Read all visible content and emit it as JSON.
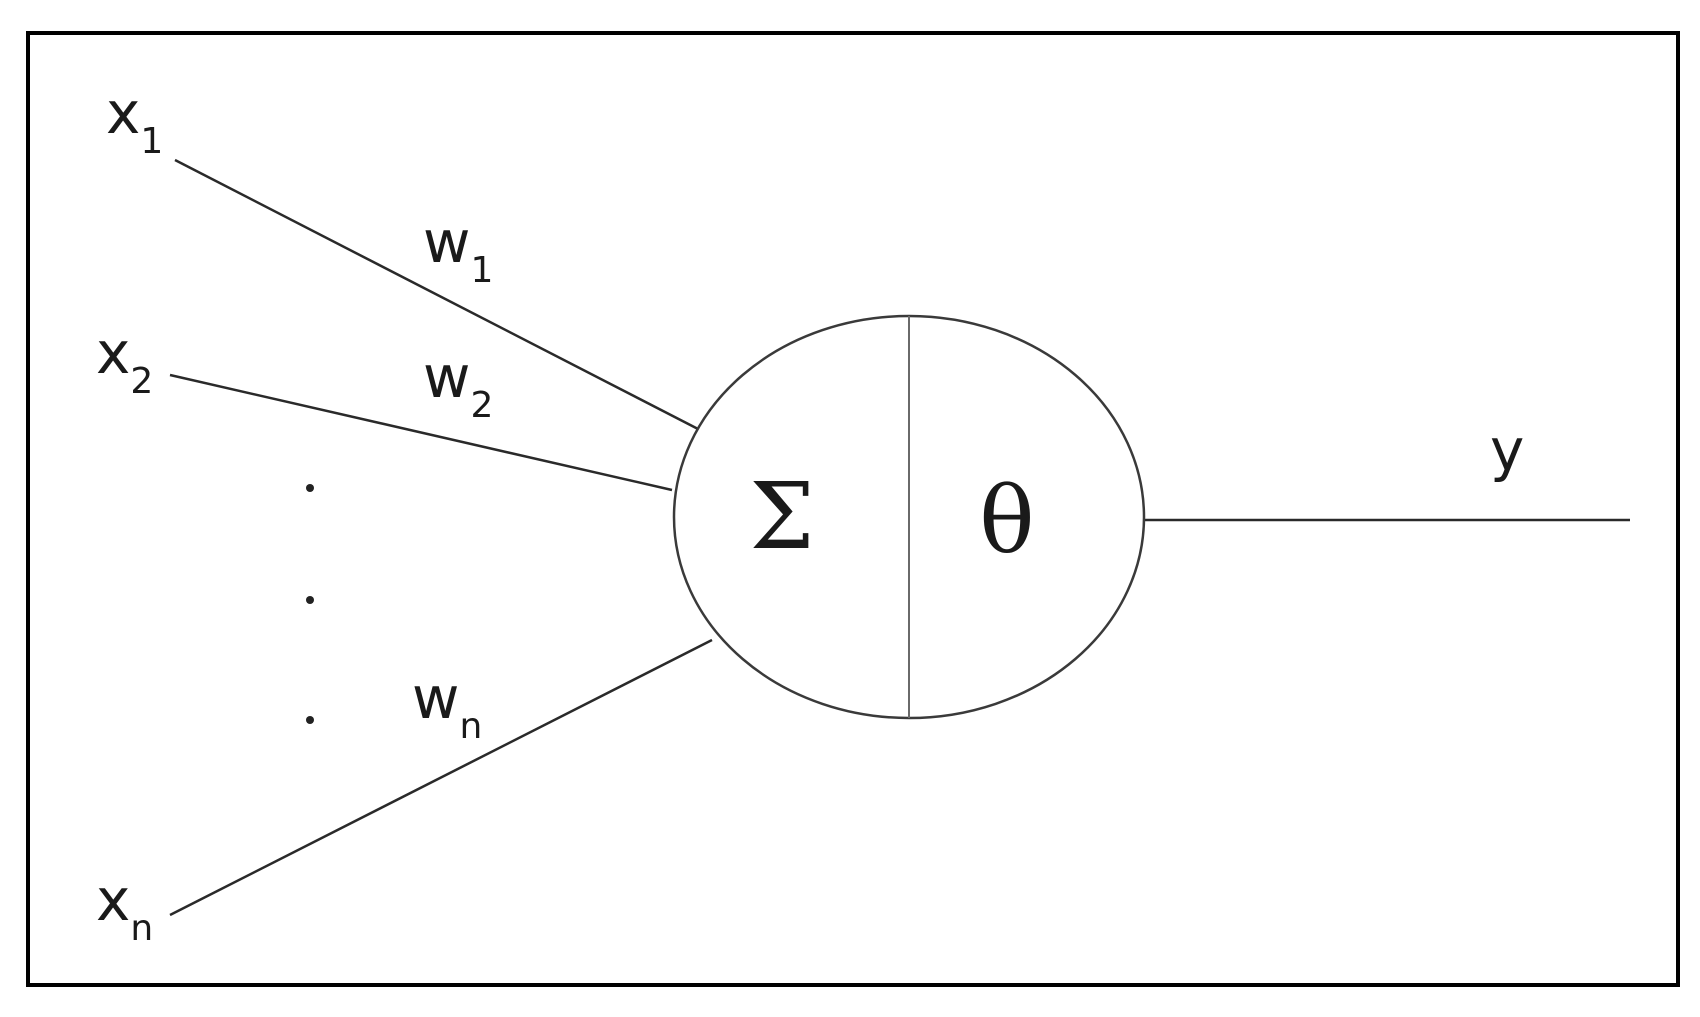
{
  "inputs": [
    {
      "base": "x",
      "sub": "1"
    },
    {
      "base": "x",
      "sub": "2"
    },
    {
      "base": "x",
      "sub": "n"
    }
  ],
  "weights": [
    {
      "base": "w",
      "sub": "1"
    },
    {
      "base": "w",
      "sub": "2"
    },
    {
      "base": "w",
      "sub": "n"
    }
  ],
  "neuron": {
    "sum_symbol": "Σ",
    "threshold_symbol": "θ"
  },
  "output": {
    "label": "y"
  },
  "ellipsis": "· · ·"
}
